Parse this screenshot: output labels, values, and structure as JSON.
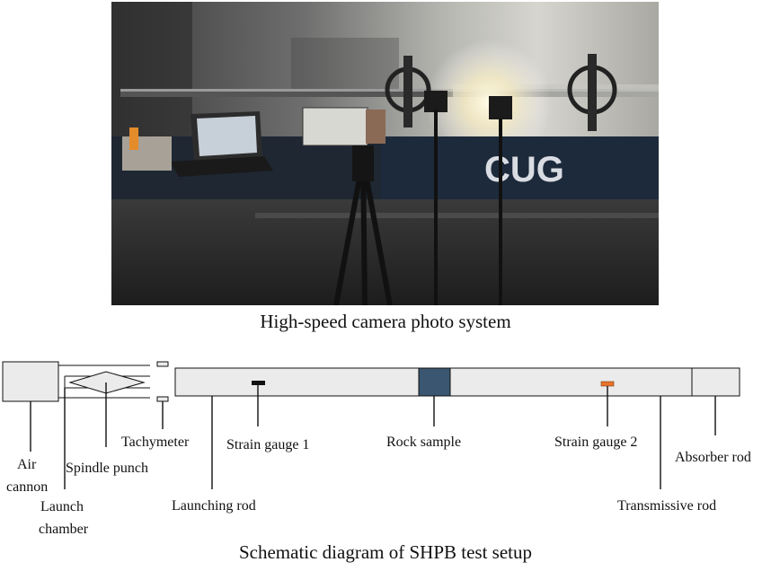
{
  "photo": {
    "caption": "High-speed camera photo system",
    "wall_logo": "CUG"
  },
  "schematic": {
    "caption": "Schematic diagram of SHPB test setup",
    "labels": {
      "air_cannon_line1": "Air",
      "air_cannon_line2": "cannon",
      "launch_chamber_line1": "Launch",
      "launch_chamber_line2": "chamber",
      "spindle_punch": "Spindle punch",
      "tachymeter": "Tachymeter",
      "launching_rod": "Launching rod",
      "strain_gauge_1": "Strain gauge 1",
      "rock_sample": "Rock sample",
      "strain_gauge_2": "Strain gauge 2",
      "transmissive_rod": "Transmissive rod",
      "absorber_rod": "Absorber rod"
    },
    "colors": {
      "rod_fill": "#ebebeb",
      "rock_sample": "#3a5670",
      "strain_gauge_1": "#111111",
      "strain_gauge_2": "#e8742a"
    }
  }
}
